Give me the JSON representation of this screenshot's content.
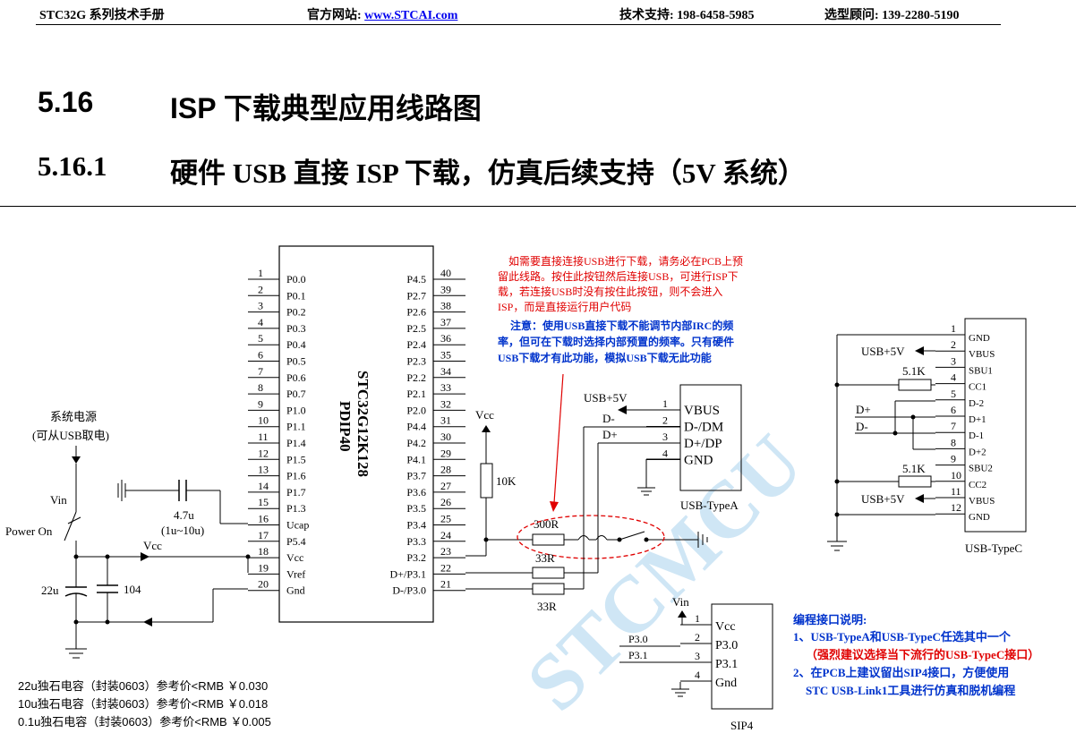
{
  "header": {
    "manual_title": "STC32G 系列技术手册",
    "website_label": "官方网站: ",
    "website_link": "www.STCAI.com",
    "support": "技术支持: 198-6458-5985",
    "consultant": "选型顾问: 139-2280-5190"
  },
  "section": {
    "num": "5.16",
    "title": "ISP 下载典型应用线路图"
  },
  "subsection": {
    "num": "5.16.1",
    "title": "硬件 USB 直接 ISP 下载，仿真后续支持（5V 系统）"
  },
  "mcu": {
    "name": "STC32G12K128",
    "package": "PDIP40",
    "left_pins": [
      {
        "num": "1",
        "name": "P0.0"
      },
      {
        "num": "2",
        "name": "P0.1"
      },
      {
        "num": "3",
        "name": "P0.2"
      },
      {
        "num": "4",
        "name": "P0.3"
      },
      {
        "num": "5",
        "name": "P0.4"
      },
      {
        "num": "6",
        "name": "P0.5"
      },
      {
        "num": "7",
        "name": "P0.6"
      },
      {
        "num": "8",
        "name": "P0.7"
      },
      {
        "num": "9",
        "name": "P1.0"
      },
      {
        "num": "10",
        "name": "P1.1"
      },
      {
        "num": "11",
        "name": "P1.4"
      },
      {
        "num": "12",
        "name": "P1.5"
      },
      {
        "num": "13",
        "name": "P1.6"
      },
      {
        "num": "14",
        "name": "P1.7"
      },
      {
        "num": "15",
        "name": "P1.3"
      },
      {
        "num": "16",
        "name": "Ucap"
      },
      {
        "num": "17",
        "name": "P5.4"
      },
      {
        "num": "18",
        "name": "Vcc"
      },
      {
        "num": "19",
        "name": "Vref"
      },
      {
        "num": "20",
        "name": "Gnd"
      }
    ],
    "right_pins": [
      {
        "num": "40",
        "name": "P4.5"
      },
      {
        "num": "39",
        "name": "P2.7"
      },
      {
        "num": "38",
        "name": "P2.6"
      },
      {
        "num": "37",
        "name": "P2.5"
      },
      {
        "num": "36",
        "name": "P2.4"
      },
      {
        "num": "35",
        "name": "P2.3"
      },
      {
        "num": "34",
        "name": "P2.2"
      },
      {
        "num": "33",
        "name": "P2.1"
      },
      {
        "num": "32",
        "name": "P2.0"
      },
      {
        "num": "31",
        "name": "P4.4"
      },
      {
        "num": "30",
        "name": "P4.2"
      },
      {
        "num": "29",
        "name": "P4.1"
      },
      {
        "num": "28",
        "name": "P3.7"
      },
      {
        "num": "27",
        "name": "P3.6"
      },
      {
        "num": "26",
        "name": "P3.5"
      },
      {
        "num": "25",
        "name": "P3.4"
      },
      {
        "num": "24",
        "name": "P3.3"
      },
      {
        "num": "23",
        "name": "P3.2"
      },
      {
        "num": "22",
        "name": "D+/P3.1"
      },
      {
        "num": "21",
        "name": "D-/P3.0"
      }
    ]
  },
  "power": {
    "source_label": "系统电源",
    "source_note": "(可从USB取电)",
    "vin": "Vin",
    "power_on": "Power On",
    "vcc": "Vcc",
    "cap_big": "22u",
    "cap_small": "104",
    "ucap_value": "4.7u",
    "ucap_range": "(1u~10u)"
  },
  "isp": {
    "vcc": "Vcc",
    "pullup": "10K",
    "r_button": "300R",
    "r_dp": "33R",
    "r_dm": "33R",
    "note_red": [
      "如需要直接连接USB进行下载，请务必在PCB上预",
      "留此线路。按住此按钮然后连接USB，可进行ISP下",
      "载，若连接USB时没有按住此按钮，则不会进入",
      "ISP，而是直接运行用户代码"
    ],
    "note_blue": [
      "注意：使用USB直接下载不能调节内部IRC的频",
      "率，但可在下载时选择内部预置的频率。只有硬件",
      "USB下载才有此功能，模拟USB下载无此功能"
    ]
  },
  "usb_a": {
    "name": "USB-TypeA",
    "usb5v": "USB+5V",
    "dm": "D-",
    "dp": "D+",
    "pins": [
      {
        "num": "1",
        "name": "VBUS"
      },
      {
        "num": "2",
        "name": "D-/DM"
      },
      {
        "num": "3",
        "name": "D+/DP"
      },
      {
        "num": "4",
        "name": "GND"
      }
    ]
  },
  "usb_c": {
    "name": "USB-TypeC",
    "usb5v_top": "USB+5V",
    "usb5v_bottom": "USB+5V",
    "res1": "5.1K",
    "res2": "5.1K",
    "dp": "D+",
    "dm": "D-",
    "pins": [
      {
        "num": "1",
        "name": "GND"
      },
      {
        "num": "2",
        "name": "VBUS"
      },
      {
        "num": "3",
        "name": "SBU1"
      },
      {
        "num": "4",
        "name": "CC1"
      },
      {
        "num": "5",
        "name": "D-2"
      },
      {
        "num": "6",
        "name": "D+1"
      },
      {
        "num": "7",
        "name": "D-1"
      },
      {
        "num": "8",
        "name": "D+2"
      },
      {
        "num": "9",
        "name": "SBU2"
      },
      {
        "num": "10",
        "name": "CC2"
      },
      {
        "num": "11",
        "name": "VBUS"
      },
      {
        "num": "12",
        "name": "GND"
      }
    ]
  },
  "sip4": {
    "name": "SIP4",
    "vin": "Vin",
    "net1": "P3.0",
    "net2": "P3.1",
    "pins": [
      {
        "num": "1",
        "name": "Vcc"
      },
      {
        "num": "2",
        "name": "P3.0"
      },
      {
        "num": "3",
        "name": "P3.1"
      },
      {
        "num": "4",
        "name": "Gnd"
      }
    ]
  },
  "prog_notes": {
    "title": "编程接口说明:",
    "line1": "1、USB-TypeA和USB-TypeC任选其中一个",
    "line2": "（强烈建议选择当下流行的USB-TypeC接口）",
    "line3": "2、在PCB上建议留出SIP4接口，方便使用",
    "line4": "STC USB-Link1工具进行仿真和脱机编程"
  },
  "prices": [
    "22u独石电容（封装0603）参考价<RMB ￥0.030",
    "10u独石电容（封装0603）参考价<RMB ￥0.018",
    "0.1u独石电容（封装0603）参考价<RMB ￥0.005"
  ],
  "watermark": "STCMCU"
}
